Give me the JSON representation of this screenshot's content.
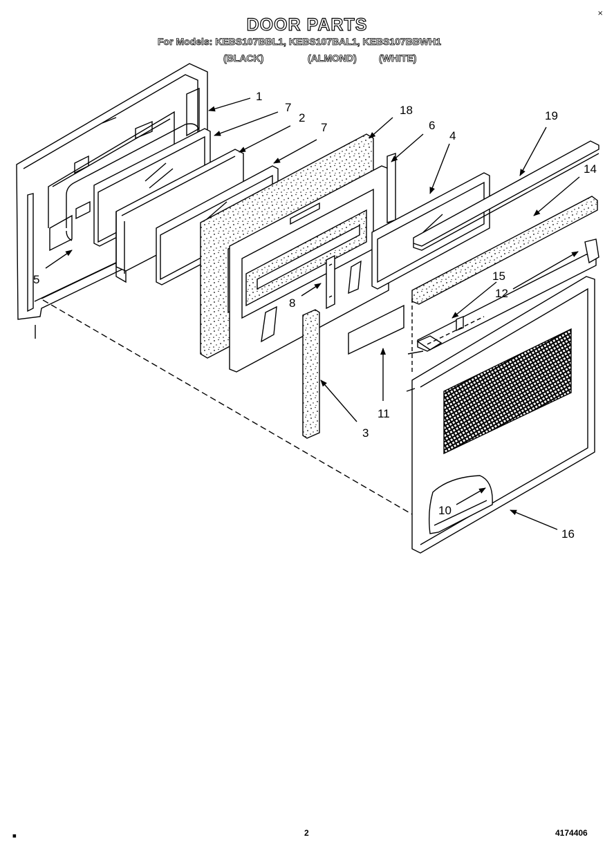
{
  "header": {
    "title": "DOOR PARTS",
    "models_line": "For Models: KEBS107BBL1, KEBS107BAL1, KEBS107BBWH1",
    "variants": [
      "(BLACK)",
      "(ALMOND)",
      "(WHITE)"
    ]
  },
  "callouts": [
    "1",
    "7",
    "2",
    "7",
    "18",
    "6",
    "4",
    "19",
    "14",
    "5",
    "15",
    "12",
    "8",
    "3",
    "11",
    "10",
    "16"
  ],
  "footer": {
    "page_number": "2",
    "doc_number": "4174406",
    "corner_mark": "×",
    "bottom_mark": "■"
  }
}
